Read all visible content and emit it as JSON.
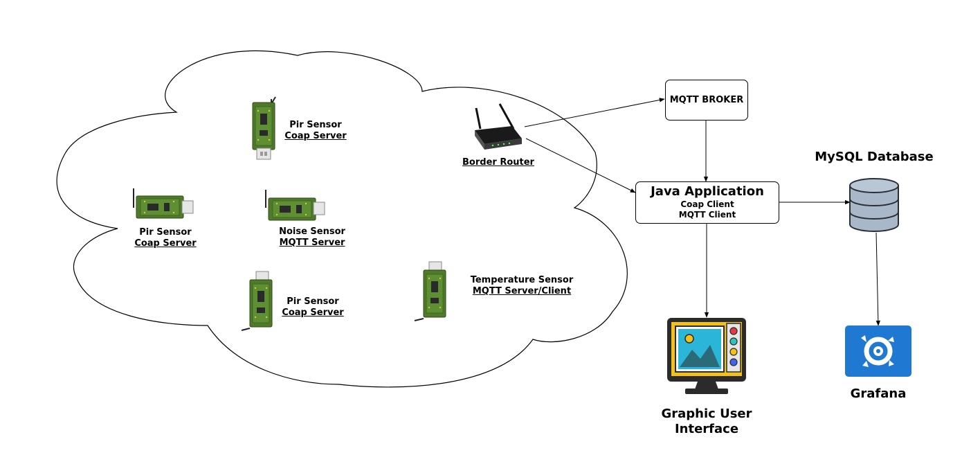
{
  "sensors": [
    {
      "name": "Pir Sensor",
      "role": "Coap Server"
    },
    {
      "name": "Pir Sensor",
      "role": "Coap Server"
    },
    {
      "name": "Noise Sensor",
      "role": "MQTT Server"
    },
    {
      "name": "Pir Sensor",
      "role": "Coap Server"
    },
    {
      "name": "Temperature Sensor",
      "role": "MQTT Server/Client"
    }
  ],
  "border_router": {
    "label": "Border Router"
  },
  "mqtt_broker": {
    "label": "MQTT BROKER"
  },
  "java_app": {
    "title": "Java Application",
    "line1": "Coap Client",
    "line2": "MQTT Client"
  },
  "mysql": {
    "label": "MySQL Database"
  },
  "grafana": {
    "label": "Grafana",
    "color": "#1f78d1"
  },
  "gui": {
    "line1": "Graphic User",
    "line2": "Interface"
  },
  "colors": {
    "board": "#4f7a2a",
    "board_dark": "#2f4a18",
    "db": "#a9b8c9",
    "gui_screen": "#2bb5d8",
    "gui_frame": "#f2c218"
  }
}
